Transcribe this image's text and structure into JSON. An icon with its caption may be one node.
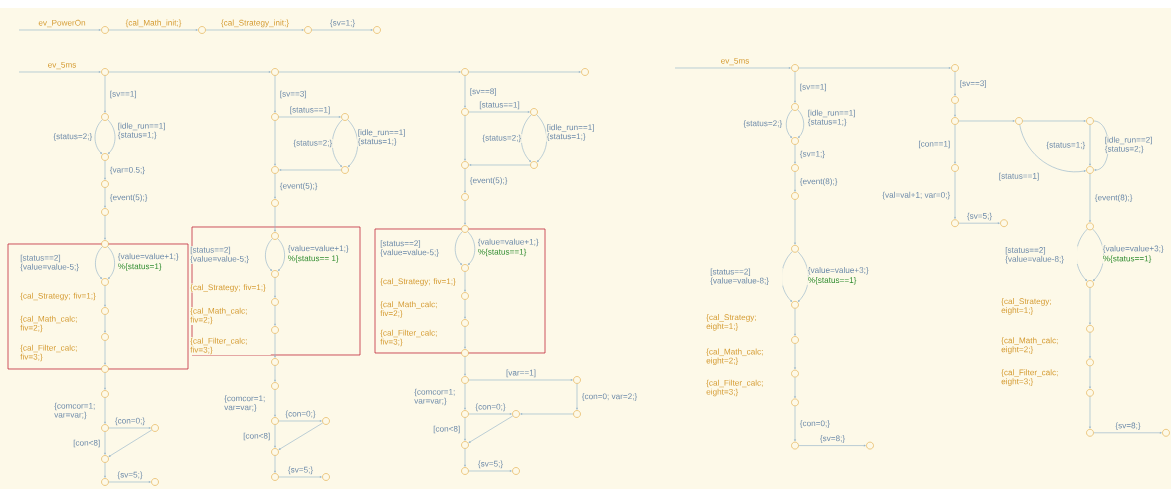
{
  "diagram": {
    "nodes": [
      {
        "text": [],
        "shape": "circle"
      },
      {
        "text": [],
        "shape": "circle"
      },
      {
        "text": [],
        "shape": "circle"
      },
      {
        "text": [],
        "shape": "circle"
      },
      {
        "text": [],
        "shape": "circle"
      },
      {
        "text": [],
        "shape": "circle"
      },
      {
        "text": [],
        "shape": "circle"
      },
      {
        "text": [],
        "shape": "circle"
      },
      {
        "text": [],
        "shape": "circle"
      },
      {
        "text": [],
        "shape": "circle"
      },
      {
        "text": [],
        "shape": "circle"
      },
      {
        "text": [],
        "shape": "circle"
      },
      {
        "text": [],
        "shape": "circle"
      },
      {
        "text": [],
        "shape": "box"
      },
      {
        "text": [],
        "shape": "circle",
        "in": 13
      },
      {
        "text": [],
        "shape": "circle",
        "in": 13
      },
      {
        "text": [],
        "shape": "circle",
        "in": 13
      },
      {
        "text": [],
        "shape": "circle"
      },
      {
        "text": [],
        "shape": "circle"
      },
      {
        "text": [],
        "shape": "circle"
      },
      {
        "text": [],
        "shape": "circle"
      },
      {
        "text": [],
        "shape": "circle"
      },
      {
        "text": [],
        "shape": "circle"
      },
      {
        "text": [],
        "shape": "circle"
      },
      {
        "text": [],
        "shape": "circle"
      },
      {
        "text": [],
        "shape": "circle"
      },
      {
        "text": [],
        "shape": "circle"
      },
      {
        "text": [],
        "shape": "circle"
      },
      {
        "text": [],
        "shape": "circle"
      },
      {
        "text": [],
        "shape": "box"
      },
      {
        "text": [],
        "shape": "circle",
        "in": 29
      },
      {
        "text": [],
        "shape": "circle",
        "in": 29
      },
      {
        "text": [],
        "shape": "circle",
        "in": 29
      },
      {
        "text": [],
        "shape": "circle",
        "in": 29
      },
      {
        "text": [],
        "shape": "circle"
      },
      {
        "text": [],
        "shape": "circle"
      },
      {
        "text": [],
        "shape": "circle"
      },
      {
        "text": [],
        "shape": "circle"
      },
      {
        "text": [],
        "shape": "circle"
      },
      {
        "text": [],
        "shape": "circle"
      },
      {
        "text": [],
        "shape": "circle"
      },
      {
        "text": [],
        "shape": "circle"
      },
      {
        "text": [],
        "shape": "circle"
      },
      {
        "text": [],
        "shape": "circle"
      },
      {
        "text": [],
        "shape": "circle"
      },
      {
        "text": [],
        "shape": "circle"
      },
      {
        "text": [],
        "shape": "circle"
      },
      {
        "text": [],
        "shape": "box"
      },
      {
        "text": [],
        "shape": "circle",
        "in": 47
      },
      {
        "text": [],
        "shape": "circle",
        "in": 47
      },
      {
        "text": [],
        "shape": "circle",
        "in": 47
      },
      {
        "text": [],
        "shape": "circle"
      },
      {
        "text": [],
        "shape": "circle"
      },
      {
        "text": [],
        "shape": "circle"
      },
      {
        "text": [],
        "shape": "circle"
      },
      {
        "text": [],
        "shape": "circle"
      },
      {
        "text": [],
        "shape": "circle"
      },
      {
        "text": [],
        "shape": "circle"
      },
      {
        "text": [],
        "shape": "circle"
      },
      {
        "text": [],
        "shape": "circle"
      },
      {
        "text": [],
        "shape": "circle"
      },
      {
        "text": [],
        "shape": "circle"
      },
      {
        "text": [],
        "shape": "circle"
      },
      {
        "text": [],
        "shape": "circle"
      },
      {
        "text": [],
        "shape": "circle"
      },
      {
        "text": [],
        "shape": "circle"
      },
      {
        "text": [],
        "shape": "circle"
      },
      {
        "text": [],
        "shape": "circle"
      },
      {
        "text": [],
        "shape": "circle"
      },
      {
        "text": [],
        "shape": "circle"
      },
      {
        "text": [],
        "shape": "circle"
      },
      {
        "text": [],
        "shape": "circle"
      },
      {
        "text": [],
        "shape": "circle"
      },
      {
        "text": [],
        "shape": "circle"
      },
      {
        "text": [],
        "shape": "circle"
      },
      {
        "text": [],
        "shape": "circle"
      },
      {
        "text": [],
        "shape": "circle"
      },
      {
        "text": [],
        "shape": "circle"
      },
      {
        "text": [],
        "shape": "circle"
      },
      {
        "text": [],
        "shape": "circle"
      },
      {
        "text": [],
        "shape": "circle"
      },
      {
        "text": [],
        "shape": "circle"
      },
      {
        "text": [],
        "shape": "circle"
      },
      {
        "text": [],
        "shape": "circle"
      },
      {
        "text": [],
        "shape": "circle"
      },
      {
        "text": [],
        "shape": "circle"
      },
      {
        "text": [],
        "shape": "circle"
      },
      {
        "text": [],
        "shape": "circle"
      }
    ],
    "edges": [
      {
        "from": null,
        "to": 0,
        "arrow": "to",
        "label": "ev_PowerOn"
      },
      {
        "from": 0,
        "to": 1,
        "arrow": "to",
        "label": "{cal_Math_init;}"
      },
      {
        "from": 1,
        "to": 2,
        "arrow": "to",
        "label": "{cal_Strategy_init;}"
      },
      {
        "from": 2,
        "to": 3,
        "arrow": "to",
        "label": "{sv=1;}"
      },
      {
        "from": null,
        "to": 4,
        "arrow": "to",
        "label": "ev_5ms"
      },
      {
        "from": 4,
        "to": 5,
        "arrow": "to"
      },
      {
        "from": 5,
        "to": 6,
        "arrow": "to"
      },
      {
        "from": 6,
        "to": 7,
        "arrow": "to"
      },
      {
        "from": 4,
        "to": 8,
        "arrow": "to",
        "label": "[sv==1]"
      },
      {
        "from": 8,
        "to": 9,
        "arrow": "to",
        "label": "{status=2;}"
      },
      {
        "from": 8,
        "to": 9,
        "arrow": "to",
        "label": "[idle_run==1] {status=1;}"
      },
      {
        "from": 9,
        "to": 10,
        "arrow": "to",
        "label": "{var=0.5;}"
      },
      {
        "from": 10,
        "to": 11,
        "arrow": "to",
        "label": "{event(5);}"
      },
      {
        "from": 11,
        "to": 12,
        "arrow": "to"
      },
      {
        "from": 12,
        "to": 14,
        "arrow": "to",
        "label": "[status==2] {value=value-5;}"
      },
      {
        "from": 12,
        "to": 14,
        "arrow": "to",
        "label": "{value=value+1;}"
      },
      {
        "from": 14,
        "to": 15,
        "arrow": "to",
        "label": "{cal_Strategy; fiv=1;}"
      },
      {
        "from": 15,
        "to": 16,
        "arrow": "to",
        "label": "{cal_Math_calc; fiv=2;}"
      },
      {
        "from": 16,
        "to": 17,
        "arrow": "to",
        "label": "{cal_Filter_calc; fiv=3;}"
      },
      {
        "from": 17,
        "to": 18,
        "arrow": "to"
      },
      {
        "from": 18,
        "to": 19,
        "arrow": "to",
        "label": "{comcor=1; var=var;}"
      },
      {
        "from": 19,
        "to": 20,
        "arrow": "to",
        "label": "{con=0;}"
      },
      {
        "from": 19,
        "to": 21,
        "arrow": "to",
        "label": "[con<8]"
      },
      {
        "from": 20,
        "to": 21,
        "arrow": "to"
      },
      {
        "from": 21,
        "to": 22,
        "arrow": "to"
      },
      {
        "from": 22,
        "to": 23,
        "arrow": "to",
        "label": "{sv=5;}"
      },
      {
        "from": 5,
        "to": 24,
        "arrow": "to",
        "label": "[sv==3]"
      },
      {
        "from": 24,
        "to": 25,
        "arrow": "to",
        "label": "[status==1]"
      },
      {
        "from": 25,
        "to": 26,
        "arrow": "to",
        "label": "{status=2;}"
      },
      {
        "from": 25,
        "to": 26,
        "arrow": "to",
        "label": "[idle_run==1] {status=1;}"
      },
      {
        "from": 26,
        "to": 27,
        "arrow": "to"
      },
      {
        "from": 24,
        "to": 27,
        "arrow": "to"
      },
      {
        "from": 27,
        "to": 28,
        "arrow": "to",
        "label": "{event(5);}"
      },
      {
        "from": 28,
        "to": 30,
        "arrow": "to"
      },
      {
        "from": 30,
        "to": 31,
        "arrow": "to",
        "label": "[status==2] {value=value-5;}"
      },
      {
        "from": 30,
        "to": 31,
        "arrow": "to",
        "label": "{value=value+1;}"
      },
      {
        "from": 31,
        "to": 32,
        "arrow": "to",
        "label": "{cal_Strategy; fiv=1;}"
      },
      {
        "from": 32,
        "to": 33,
        "arrow": "to",
        "label": "{cal_Math_calc; fiv=2;}"
      },
      {
        "from": 33,
        "to": 34,
        "arrow": "to",
        "label": "{cal_Filter_calc; fiv=3;}"
      },
      {
        "from": 34,
        "to": 35,
        "arrow": "to"
      },
      {
        "from": 35,
        "to": 36,
        "arrow": "to",
        "label": "{comcor=1; var=var;}"
      },
      {
        "from": 36,
        "to": 37,
        "arrow": "to",
        "label": "{con=0;}"
      },
      {
        "from": 36,
        "to": 38,
        "arrow": "to",
        "label": "[con<8]"
      },
      {
        "from": 37,
        "to": 38,
        "arrow": "to"
      },
      {
        "from": 38,
        "to": 39,
        "arrow": "to"
      },
      {
        "from": 39,
        "to": 40,
        "arrow": "to",
        "label": "{sv=5;}"
      },
      {
        "from": 6,
        "to": 41,
        "arrow": "to",
        "label": "[sv==8]"
      },
      {
        "from": 41,
        "to": 42,
        "arrow": "to",
        "label": "[status==1]"
      },
      {
        "from": 42,
        "to": 43,
        "arrow": "to",
        "label": "{status=2;}"
      },
      {
        "from": 42,
        "to": 43,
        "arrow": "to",
        "label": "[idle_run==1] {status=1;}"
      },
      {
        "from": 43,
        "to": 44,
        "arrow": "to"
      },
      {
        "from": 41,
        "to": 44,
        "arrow": "to"
      },
      {
        "from": 44,
        "to": 45,
        "arrow": "to",
        "label": "{event(5);}"
      },
      {
        "from": 45,
        "to": 46,
        "arrow": "to"
      },
      {
        "from": 46,
        "to": 48,
        "arrow": "to",
        "label": "[status==2] {value=value-5;}"
      },
      {
        "from": 46,
        "to": 48,
        "arrow": "to",
        "label": "{value=value+1;}"
      },
      {
        "from": 48,
        "to": 49,
        "arrow": "to",
        "label": "{cal_Strategy; fiv=1;}"
      },
      {
        "from": 49,
        "to": 50,
        "arrow": "to",
        "label": "{cal_Math_calc; fiv=2;}"
      },
      {
        "from": 50,
        "to": 51,
        "arrow": "to",
        "label": "{cal_Filter_calc; fiv=3;}"
      },
      {
        "from": 51,
        "to": 52,
        "arrow": "to"
      },
      {
        "from": 52,
        "to": 53,
        "arrow": "to",
        "label": "[var==1]"
      },
      {
        "from": 53,
        "to": 54,
        "arrow": "to",
        "label": "{con=0; var=2;}"
      },
      {
        "from": 54,
        "to": 55,
        "arrow": "to"
      },
      {
        "from": 52,
        "to": 56,
        "arrow": "to",
        "label": "{comcor=1; var=var;}"
      },
      {
        "from": 56,
        "to": 55,
        "arrow": "to",
        "label": "{con=0;}"
      },
      {
        "from": 56,
        "to": 57,
        "arrow": "to",
        "label": "[con<8]"
      },
      {
        "from": 55,
        "to": 57,
        "arrow": "to"
      },
      {
        "from": 57,
        "to": 58,
        "arrow": "to"
      },
      {
        "from": 58,
        "to": 59,
        "arrow": "to",
        "label": "{sv=5;}"
      },
      {
        "from": null,
        "to": 60,
        "arrow": "to",
        "label": "ev_5ms"
      },
      {
        "from": 60,
        "to": 61,
        "arrow": "to"
      },
      {
        "from": 60,
        "to": 62,
        "arrow": "to",
        "label": "[sv==1]"
      },
      {
        "from": 62,
        "to": 63,
        "arrow": "to",
        "label": "{status=2;}"
      },
      {
        "from": 62,
        "to": 63,
        "arrow": "to",
        "label": "[idle_run==1] {status=1;}"
      },
      {
        "from": 63,
        "to": 64,
        "arrow": "to",
        "label": "{sv=1;}"
      },
      {
        "from": 64,
        "to": 65,
        "arrow": "to",
        "label": "{event(8);}"
      },
      {
        "from": 65,
        "to": 66,
        "arrow": "to"
      },
      {
        "from": 66,
        "to": 67,
        "arrow": "to",
        "label": "[status==2] {value=value-8;}"
      },
      {
        "from": 66,
        "to": 67,
        "arrow": "to",
        "label": "{value=value+3;}"
      },
      {
        "from": 67,
        "to": 68,
        "arrow": "to",
        "label": "{cal_Strategy; eight=1;}"
      },
      {
        "from": 68,
        "to": 69,
        "arrow": "to",
        "label": "{cal_Math_calc; eight=2;}"
      },
      {
        "from": 69,
        "to": 70,
        "arrow": "to",
        "label": "{cal_Filter_calc; eight=3;}"
      },
      {
        "from": 70,
        "to": 71,
        "arrow": "to",
        "label": "{con=0;}"
      },
      {
        "from": 71,
        "to": 72,
        "arrow": "to",
        "label": "{sv=8;}"
      },
      {
        "from": 61,
        "to": 73,
        "arrow": "to",
        "label": "[sv==3]"
      },
      {
        "from": 73,
        "to": 74,
        "arrow": "to"
      },
      {
        "from": 74,
        "to": 75,
        "arrow": "to"
      },
      {
        "from": 75,
        "to": 76,
        "arrow": "to"
      },
      {
        "from": 76,
        "to": 77,
        "arrow": "to",
        "label": "{status=1;}"
      },
      {
        "from": 76,
        "to": 77,
        "arrow": "to",
        "label": "[idle_run==2] {status=2;}"
      },
      {
        "from": 75,
        "to": 77,
        "arrow": "to",
        "label": "[status==1]"
      },
      {
        "from": 74,
        "to": 78,
        "arrow": "to",
        "label": "[con==1]"
      },
      {
        "from": 78,
        "to": 79,
        "arrow": "to",
        "label": "{val=val+1; var=0;}"
      },
      {
        "from": 79,
        "to": 80,
        "arrow": "to",
        "label": "{sv=5;}"
      },
      {
        "from": 77,
        "to": 81,
        "arrow": "to",
        "label": "{event(8);}"
      },
      {
        "from": 81,
        "to": 82,
        "arrow": "to",
        "label": "[status==2] {value=value-8;}"
      },
      {
        "from": 81,
        "to": 82,
        "arrow": "to",
        "label": "{value=value+3;}"
      },
      {
        "from": 82,
        "to": 83,
        "arrow": "to",
        "label": "{cal_Strategy; eight=1;}"
      },
      {
        "from": 83,
        "to": 84,
        "arrow": "to",
        "label": "{cal_Math_calc; eight=2;}"
      },
      {
        "from": 84,
        "to": 85,
        "arrow": "to",
        "label": "{cal_Filter_calc; eight=3;}"
      },
      {
        "from": 85,
        "to": 86,
        "arrow": "to"
      },
      {
        "from": 86,
        "to": 87,
        "arrow": "to",
        "label": "{sv=8;}"
      }
    ],
    "labels": [
      "%{status=1}",
      "%{status== 1}",
      "%{status==1}",
      "%{status==1}",
      "%{status==1}"
    ]
  }
}
